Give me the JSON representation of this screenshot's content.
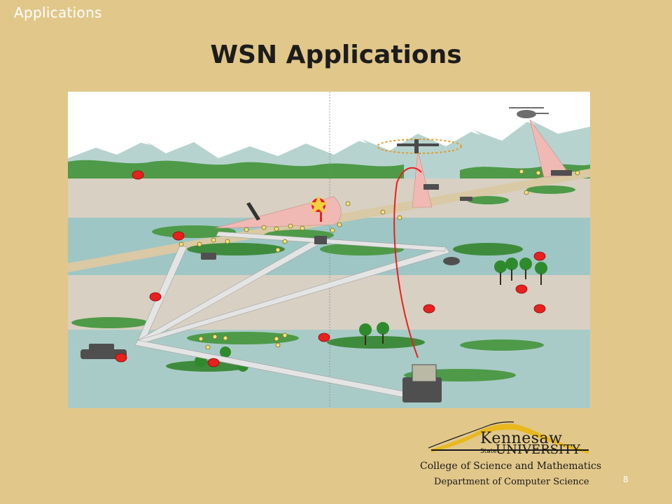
{
  "slide": {
    "section_label": "Applications",
    "title": "WSN Applications",
    "page_number": "8"
  },
  "logo": {
    "name_line1": "Kennesaw",
    "name_state": "State",
    "name_line2": "UNIVERSITY",
    "college": "College of Science and Mathematics",
    "department": "Department of Computer Science"
  },
  "colors": {
    "background": "#E1C78A",
    "sensor_node": "#E8201E",
    "small_node": "#F2E27A",
    "vegetation": "#4E9A48",
    "mountains": "#B7D3CF",
    "ground": "#D8D0C3"
  }
}
